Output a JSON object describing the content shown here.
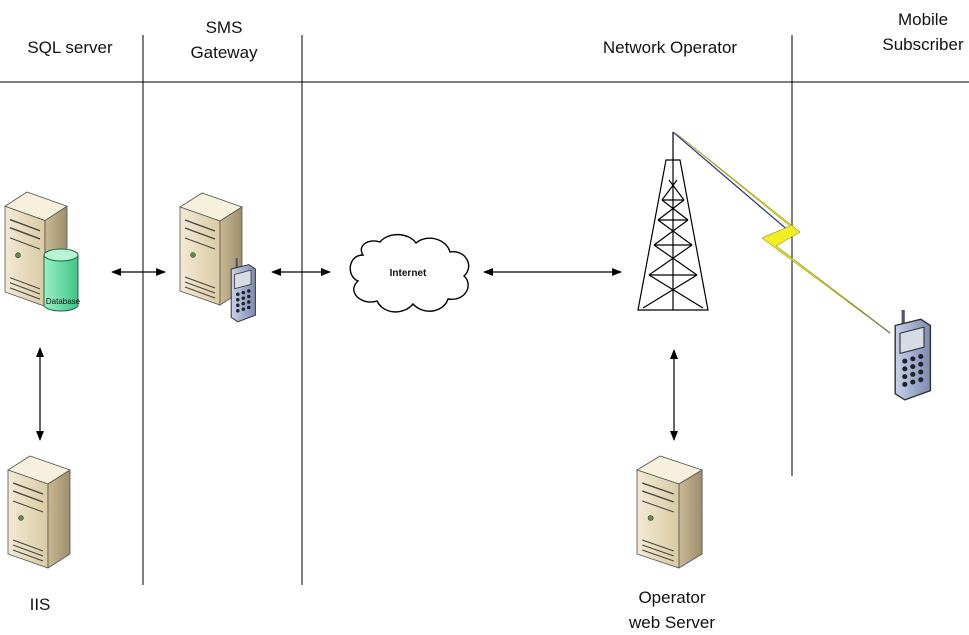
{
  "lanes": {
    "sql_server": "SQL server",
    "sms_gateway": [
      "SMS",
      "Gateway"
    ],
    "network_operator": "Network Operator",
    "mobile_subscriber": [
      "Mobile",
      "Subscriber"
    ]
  },
  "nodes": {
    "database_label": "Database",
    "internet_label": "Internet",
    "iis_label": "IIS",
    "operator_server_label": [
      "Operator",
      "web Server"
    ]
  },
  "colors": {
    "server_body": "#e8dcc0",
    "server_side": "#b9ab8a",
    "database": "#6fe0a8",
    "cloud_fill": "#ffffff",
    "lightning": "#f2ee22",
    "phone": "#9aa7c7",
    "line": "#000000"
  },
  "icons": [
    "server-icon",
    "database-icon",
    "cloud-icon",
    "antenna-tower-icon",
    "mobile-phone-icon",
    "lightning-icon"
  ]
}
